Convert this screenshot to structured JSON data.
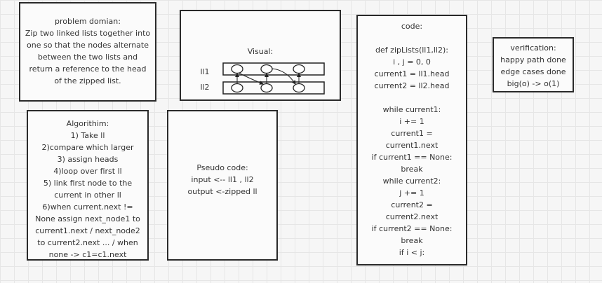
{
  "problem": {
    "lines": [
      "problem domian:",
      "Zip two linked lists together into",
      "one so that the nodes alternate",
      "between the two lists and",
      "return a reference to the head",
      "of the zipped list."
    ]
  },
  "visual": {
    "title": "Visual:",
    "list1_label": "ll1",
    "list2_label": "ll2"
  },
  "algorithm": {
    "lines": [
      "Algorithim:",
      "1) Take ll",
      "2)compare which larger",
      "3) assign heads",
      "4)loop over first ll",
      "5) link first node to the",
      "current in other ll",
      "6)when current.next !=",
      "None assign  next_node1 to",
      "current1.next / next_node2",
      "to current2.next ... / when",
      "none -> c1=c1.next"
    ]
  },
  "pseudo": {
    "lines": [
      "Pseudo code:",
      "input <-- ll1 , ll2",
      "output <-zipped ll"
    ]
  },
  "code": {
    "lines": [
      "code:",
      "",
      "def zipLists(ll1,ll2):",
      "i , j = 0, 0",
      "current1 = ll1.head",
      "current2 = ll2.head",
      "",
      "while current1:",
      "i += 1",
      "current1 =",
      "current1.next",
      "if current1 == None:",
      "break",
      "while current2:",
      "j += 1",
      "current2 =",
      "current2.next",
      "if current2 == None:",
      "break",
      "if i < j:",
      ". ."
    ]
  },
  "verification": {
    "lines": [
      "verification:",
      "happy path done",
      "edge cases done",
      "big(o) -> o(1)"
    ]
  }
}
